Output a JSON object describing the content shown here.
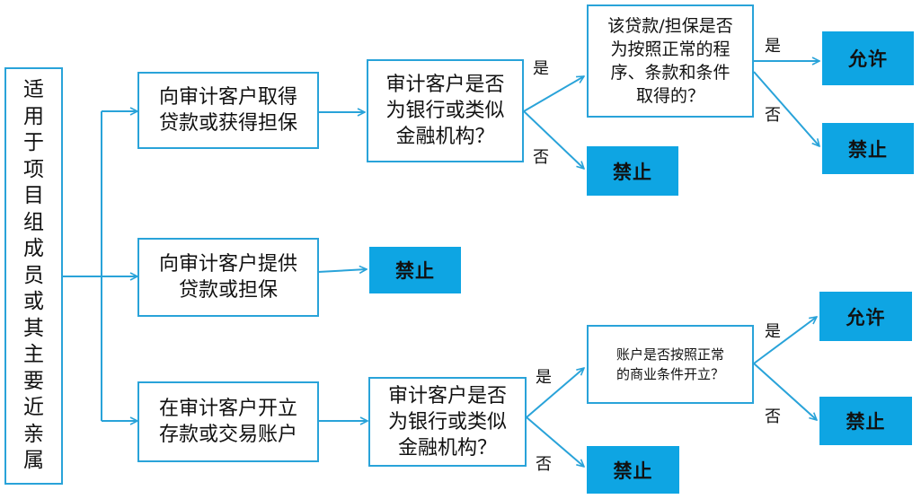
{
  "root": {
    "text": "适\n用\n于\n项\n目\n组\n成\n员\n或\n其\n主\n要\n近\n亲\n属"
  },
  "branches": {
    "loan_from_client": "向审计客户取得\n贷款或获得担保",
    "loan_to_client": "向审计客户提供\n贷款或担保",
    "deposit_account": "在审计客户开立\n存款或交易账户"
  },
  "questions": {
    "is_bank_1": "审计客户是否\n为银行或类似\n金融机构？",
    "normal_terms_loan": "该贷款/担保是否\n为按照正常的程\n序、条款和条件\n取得的？",
    "is_bank_2": "审计客户是否\n为银行或类似\n金融机构？",
    "normal_terms_account": "账户是否按照正常\n的商业条件开立？"
  },
  "outcomes": {
    "allow": "允许",
    "forbid": "禁止"
  },
  "labels": {
    "yes": "是",
    "no": "否"
  },
  "colors": {
    "line": "#29a3d9",
    "outcome_fill": "#0ea5e3"
  }
}
